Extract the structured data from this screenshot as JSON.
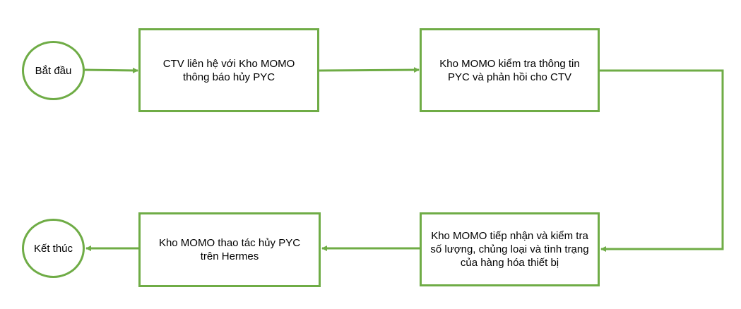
{
  "diagram": {
    "type": "flowchart",
    "accent_color": "#6fac46",
    "nodes": {
      "start": {
        "label": "Bắt đầu"
      },
      "step1": {
        "label": "CTV liên hệ với Kho MOMO thông báo hủy PYC"
      },
      "step2": {
        "label": "Kho MOMO kiểm tra thông tin PYC và phản hồi cho CTV"
      },
      "step3": {
        "label": "Kho MOMO tiếp nhận và kiểm tra số lượng, chủng loại và tình trạng của hàng hóa thiết bị"
      },
      "step4": {
        "label": "Kho MOMO thao tác hủy PYC trên Hermes"
      },
      "end": {
        "label": "Kết thúc"
      }
    },
    "edges": [
      {
        "from": "start",
        "to": "step1"
      },
      {
        "from": "step1",
        "to": "step2"
      },
      {
        "from": "step2",
        "to": "step3"
      },
      {
        "from": "step3",
        "to": "step4"
      },
      {
        "from": "step4",
        "to": "end"
      }
    ]
  }
}
